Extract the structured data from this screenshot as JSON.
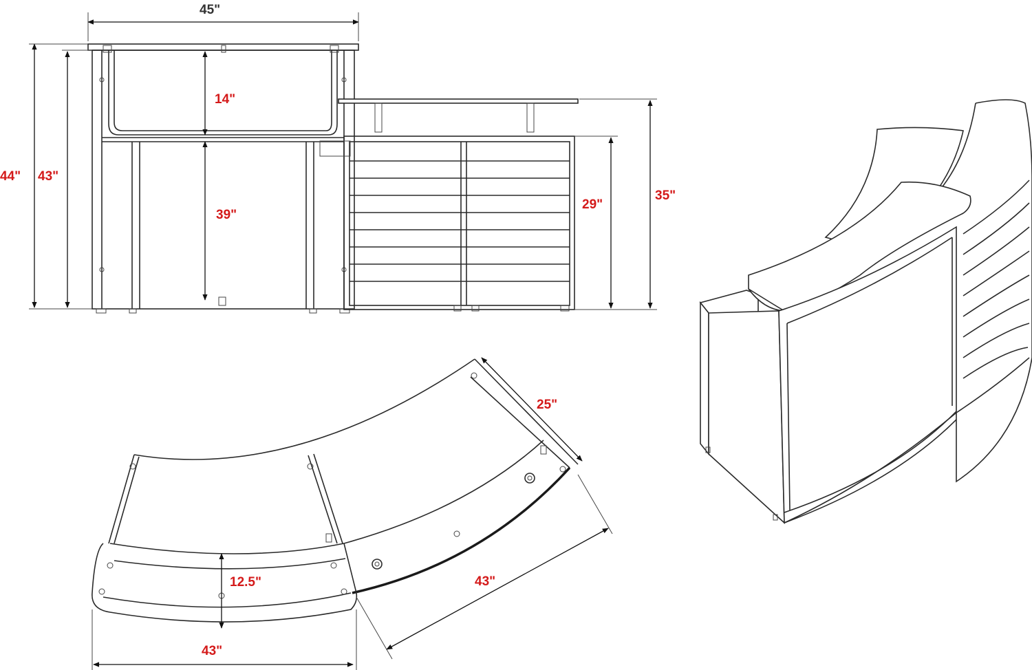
{
  "dimensions": {
    "front_width": "45\"",
    "total_height": "44\"",
    "side_height": "43\"",
    "upper_height": "14\"",
    "lower_height": "39\"",
    "cabinet_height": "29\"",
    "counter_height": "35\"",
    "depth": "25\"",
    "top_depth": "12.5\"",
    "length_left": "43\"",
    "length_right": "43\""
  },
  "colors": {
    "dimension_text": "#d41a1a",
    "header_text": "#333333",
    "line": "#2a2a2a"
  }
}
